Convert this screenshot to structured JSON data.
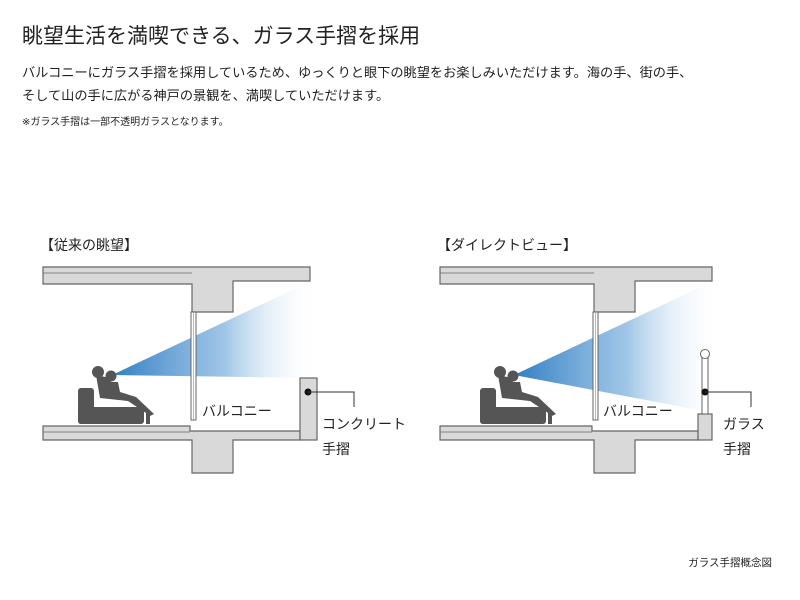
{
  "page": {
    "title": "眺望生活を満喫できる、ガラス手摺を採用",
    "intro_lines": [
      "バルコニーにガラス手摺を採用しているため、ゆっくりと眼下の眺望をお楽しみいただけます。海の手、街の手、",
      "そして山の手に広がる神戸の景観を、満喫していただけます。"
    ],
    "note": "※ガラス手摺は一部不透明ガラスとなります。"
  },
  "panels": [
    {
      "title": "【従来の眺望】",
      "balcony_label": "バルコニー",
      "railing_label_lines": [
        "コンクリート",
        "手摺"
      ]
    },
    {
      "title": "【ダイレクトビュー】",
      "balcony_label": "バルコニー",
      "railing_label_lines": [
        "ガラス",
        "手摺"
      ]
    }
  ],
  "caption": "ガラス手摺概念図",
  "colors": {
    "structure_fill": "#d9d9d9",
    "structure_stroke": "#666666",
    "view_cone_dark": "#2f7dc2",
    "silhouette": "#555555"
  }
}
